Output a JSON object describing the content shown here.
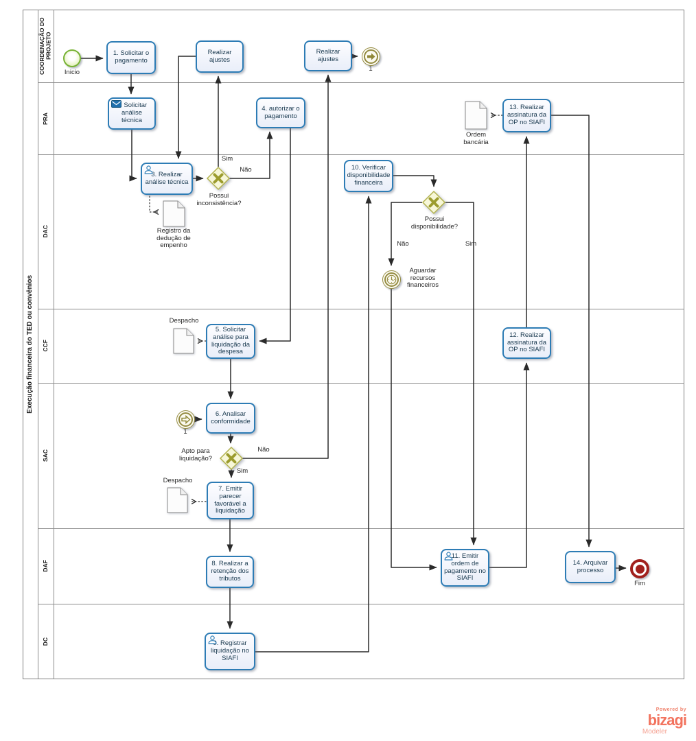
{
  "pool": {
    "title": "Execução financeira do TED ou convênios"
  },
  "lanes": [
    {
      "label": "COORDENAÇÃO DO PROJETO"
    },
    {
      "label": "PRA"
    },
    {
      "label": "DAC"
    },
    {
      "label": "CCF"
    },
    {
      "label": "SAC"
    },
    {
      "label": "DAF"
    },
    {
      "label": "DC"
    }
  ],
  "events": {
    "start": {
      "label": "Inicio"
    },
    "link_throw": {
      "label": "1"
    },
    "link_catch": {
      "label": "1"
    },
    "timer": {
      "label": "Aguardar recursos financeiros"
    },
    "end": {
      "label": "Fim"
    }
  },
  "tasks": {
    "t1": {
      "label": "1. Solicitar o pagamento"
    },
    "ra1": {
      "label": "Realizar ajustes"
    },
    "ra2": {
      "label": "Realizar ajustes"
    },
    "t2": {
      "label": "2. Solicitar análise técnica",
      "icon": "message-icon"
    },
    "t3": {
      "label": "3. Realizar análise técnica",
      "icon": "user-icon"
    },
    "t4": {
      "label": "4. autorizar o pagamento"
    },
    "t5": {
      "label": "5. Solicitar análise para liquidação da despesa"
    },
    "t6": {
      "label": "6. Analisar conformidade"
    },
    "t7": {
      "label": "7. Emitir parecer favorável a liquidação"
    },
    "t8": {
      "label": "8. Realizar a retenção dos tributos"
    },
    "t9": {
      "label": "9. Registrar liquidação no SIAFI",
      "icon": "user-icon"
    },
    "t10": {
      "label": "10. Verificar disponibilidade financeira"
    },
    "t11": {
      "label": "11. Emitir ordem de pagamento no SIAFI",
      "icon": "user-icon"
    },
    "t12": {
      "label": "12. Realizar assinatura da OP no SIAFI"
    },
    "t13": {
      "label": "13. Realizar assinatura da OP no SIAFI"
    },
    "t14": {
      "label": "14. Arquivar processo"
    }
  },
  "gateways": {
    "inconsistencia": {
      "question": "Possui inconsistência?",
      "yes": "Sim",
      "no": "Não"
    },
    "disponibilidade": {
      "question": "Possui disponibilidade?",
      "yes": "Sim",
      "no": "Não"
    },
    "apto": {
      "question": "Apto para liquidação?",
      "yes": "Sim",
      "no": "Não"
    }
  },
  "documents": {
    "registro": {
      "label": "Registro da dedução de empenho"
    },
    "despacho_ccf": {
      "label": "Despacho"
    },
    "despacho_sac": {
      "label": "Despacho"
    },
    "ordem": {
      "label": "Ordem bancária"
    }
  },
  "branding": {
    "powered_by": "Powered by",
    "logo": "bizagi",
    "product": "Modeler"
  },
  "colors": {
    "task_border": "#2d7cb5",
    "task_fill": "#e9eef9",
    "gateway_border": "#b2b24e",
    "gateway_fill": "#f7f7d8",
    "gateway_marker": "#9c9c2e",
    "event_olive": "#948b40",
    "start_green": "#77b234",
    "end_red": "#a1201d",
    "flow_line": "#2a2a2a",
    "lane_line": "#8a8a8a",
    "brand_coral": "#f2735e"
  }
}
